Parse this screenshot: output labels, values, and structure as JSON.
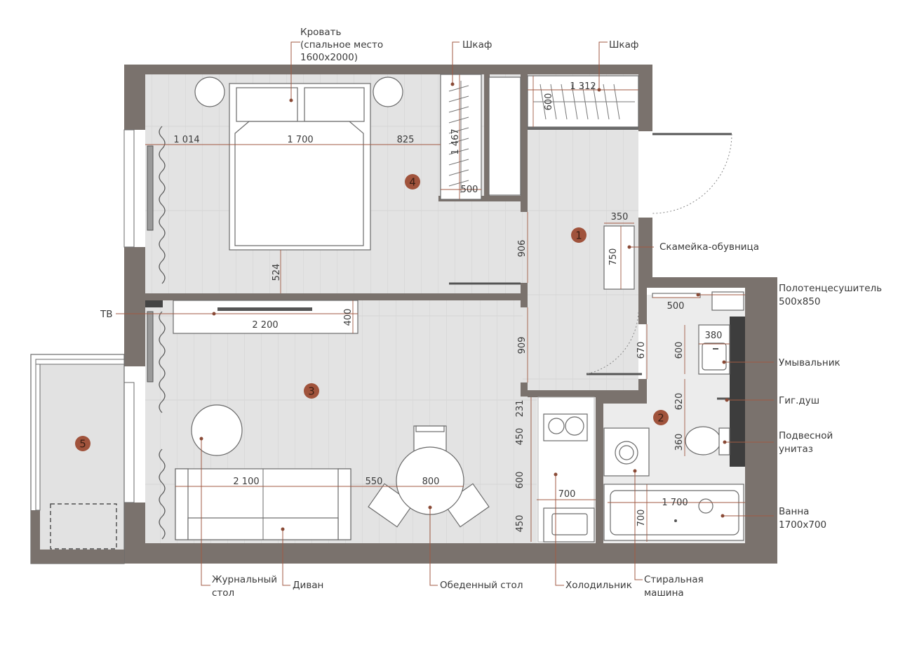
{
  "rooms": [
    {
      "number": "1"
    },
    {
      "number": "2"
    },
    {
      "number": "3"
    },
    {
      "number": "4"
    },
    {
      "number": "5"
    }
  ],
  "labels": {
    "bed_line1": "Кровать",
    "bed_line2": "(спальное место",
    "bed_line3": "1600x2000)",
    "wardrobe1": "Шкаф",
    "wardrobe2": "Шкаф",
    "bench": "Скамейка-обувница",
    "towel_line1": "Полотенцесушитель",
    "towel_line2": "500x850",
    "tv": "ТВ",
    "sink": "Умывальник",
    "shower": "Гиг.душ",
    "toilet_line1": "Подвесной",
    "toilet_line2": "унитаз",
    "bath_line1": "Ванна",
    "bath_line2": "1700x700",
    "coffee_line1": "Журнальный",
    "coffee_line2": "стол",
    "sofa": "Диван",
    "dining": "Обеденный стол",
    "fridge": "Холодильник",
    "washer_line1": "Стиральная",
    "washer_line2": "машина"
  },
  "dimensions": {
    "bed_left": "1 014",
    "bed_width": "1 700",
    "bed_right": "825",
    "wardrobe_length": "1 467",
    "wardrobe_depth": "500",
    "wardrobe2_length": "1 312",
    "wardrobe2_depth": "600",
    "bed_foot": "524",
    "hall_upper": "906",
    "bench_width": "350",
    "bench_length": "750",
    "towel_width": "500",
    "tv_unit_length": "2 200",
    "tv_unit_depth": "400",
    "hall_lower": "909",
    "bath_door": "670",
    "sink_width": "380",
    "sink_depth": "600",
    "shower_pos": "620",
    "toilet_pos": "360",
    "kitchen_231": "231",
    "kitchen_450a": "450",
    "kitchen_600": "600",
    "kitchen_450b": "450",
    "kitchen_width": "700",
    "sofa_length": "2 100",
    "sofa_gap": "550",
    "table_diam": "800",
    "bath_length": "1 700",
    "bath_width": "700"
  }
}
